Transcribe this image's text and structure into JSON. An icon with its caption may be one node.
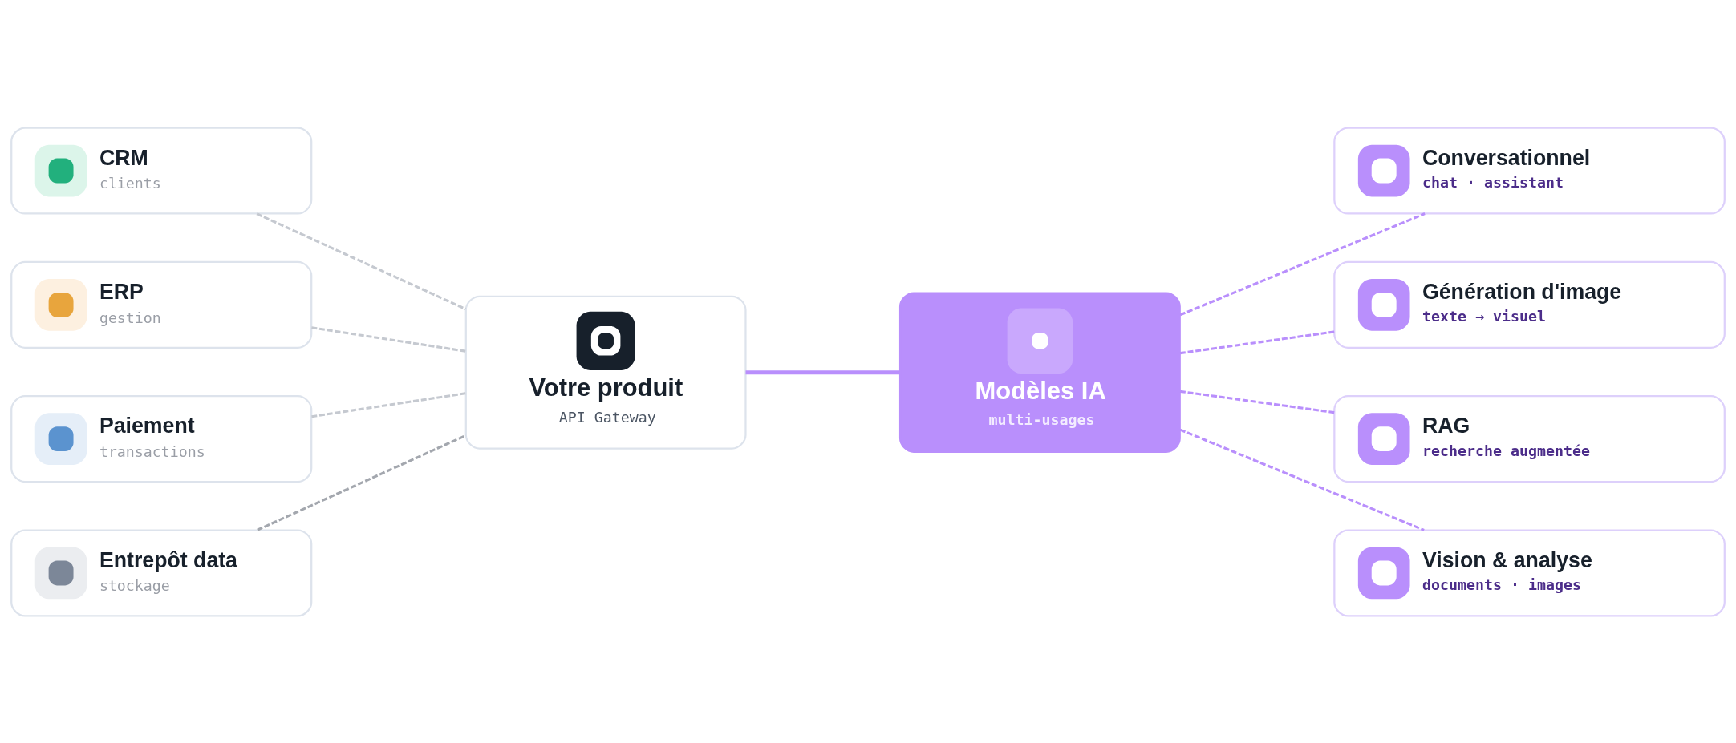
{
  "diagram": {
    "nodes": [
      {
        "text": [
          "CRM",
          "clients"
        ]
      },
      {
        "text": [
          "ERP",
          "gestion"
        ]
      },
      {
        "text": [
          "Paiement",
          "transactions"
        ]
      },
      {
        "text": [
          "Entrepôt data",
          "stockage"
        ]
      },
      {
        "text": [
          "Votre produit",
          "API Gateway"
        ]
      },
      {
        "text": [
          "Modèles IA",
          "multi-usages"
        ]
      },
      {
        "text": [
          "Conversationnel",
          "chat · assistant"
        ]
      },
      {
        "text": [
          "Génération d'image",
          "texte → visuel"
        ]
      },
      {
        "text": [
          "RAG",
          "recherche augmentée"
        ]
      },
      {
        "text": [
          "Vision & analyse",
          "documents · images"
        ]
      }
    ],
    "edges": [
      {
        "from": 0,
        "to": 4,
        "arrow": "none",
        "style": "dashed",
        "color": "#c5c9d0"
      },
      {
        "from": 1,
        "to": 4,
        "arrow": "none",
        "style": "dashed",
        "color": "#c5c9d0"
      },
      {
        "from": 2,
        "to": 4,
        "arrow": "none",
        "style": "dashed",
        "color": "#c5c9d0"
      },
      {
        "from": 3,
        "to": 4,
        "arrow": "none",
        "style": "dashed",
        "color": "#a3a7ae"
      },
      {
        "from": 4,
        "to": 5,
        "arrow": "none"
      },
      {
        "from": 5,
        "to": 6,
        "arrow": "none",
        "style": "dashed"
      },
      {
        "from": 5,
        "to": 7,
        "arrow": "none",
        "style": "dashed"
      },
      {
        "from": 5,
        "to": 8,
        "arrow": "none",
        "style": "dashed"
      },
      {
        "from": 5,
        "to": 9,
        "arrow": "none",
        "style": "dashed"
      }
    ]
  }
}
